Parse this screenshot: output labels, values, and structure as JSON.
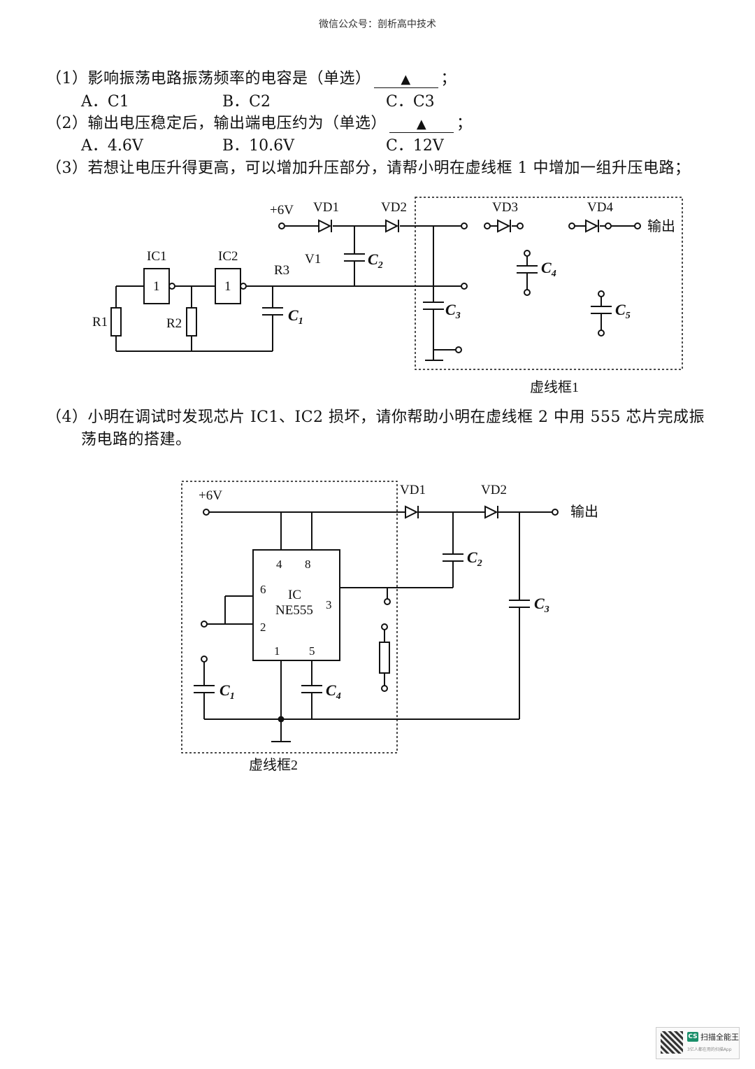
{
  "header": {
    "source": "微信公众号：剖析高中技术"
  },
  "questions": {
    "q1": {
      "text": "（1）影响振荡电路振荡频率的电容是（单选）",
      "blank": "▲",
      "end": "；",
      "options": [
        "A．C1",
        "B．C2",
        "C．C3"
      ]
    },
    "q2": {
      "text": "（2）输出电压稳定后，输出端电压约为（单选）",
      "blank": "▲",
      "end": "；",
      "options": [
        "A．4.6V",
        "B．10.6V",
        "C．12V"
      ]
    },
    "q3": {
      "text": "（3）若想让电压升得更高，可以增加升压部分，请帮小明在虚线框 1 中增加一组升压电路；"
    },
    "q4": {
      "line1": "（4）小明在调试时发现芯片 IC1、IC2 损坏，请你帮助小明在虚线框 2 中用 555 芯片完成振",
      "line2": "荡电路的搭建。"
    }
  },
  "circuit1": {
    "supply": "+6V",
    "vd1": "VD1",
    "vd2": "VD2",
    "vd3": "VD3",
    "vd4": "VD4",
    "ic1": "IC1",
    "ic2": "IC2",
    "gate_label": "1",
    "r1": "R1",
    "r2": "R2",
    "r3": "R3",
    "v1": "V1",
    "c1": "C",
    "c1_sub": "1",
    "c2": "C",
    "c2_sub": "2",
    "c3": "C",
    "c3_sub": "3",
    "c4": "C",
    "c4_sub": "4",
    "c5": "C",
    "c5_sub": "5",
    "output": "输出",
    "box_label": "虚线框1"
  },
  "circuit2": {
    "supply": "+6V",
    "vd1": "VD1",
    "vd2": "VD2",
    "output": "输出",
    "ic_name": "IC",
    "ic_model": "NE555",
    "pin4": "4",
    "pin8": "8",
    "pin6": "6",
    "pin2": "2",
    "pin3": "3",
    "pin1": "1",
    "pin5": "5",
    "c1": "C",
    "c1_sub": "1",
    "c2": "C",
    "c2_sub": "2",
    "c3": "C",
    "c3_sub": "3",
    "c4": "C",
    "c4_sub": "4",
    "box_label": "虚线框2"
  },
  "watermark": {
    "badge": "CS",
    "title": "扫描全能王",
    "subtitle": "3亿人都在用的扫描App"
  }
}
